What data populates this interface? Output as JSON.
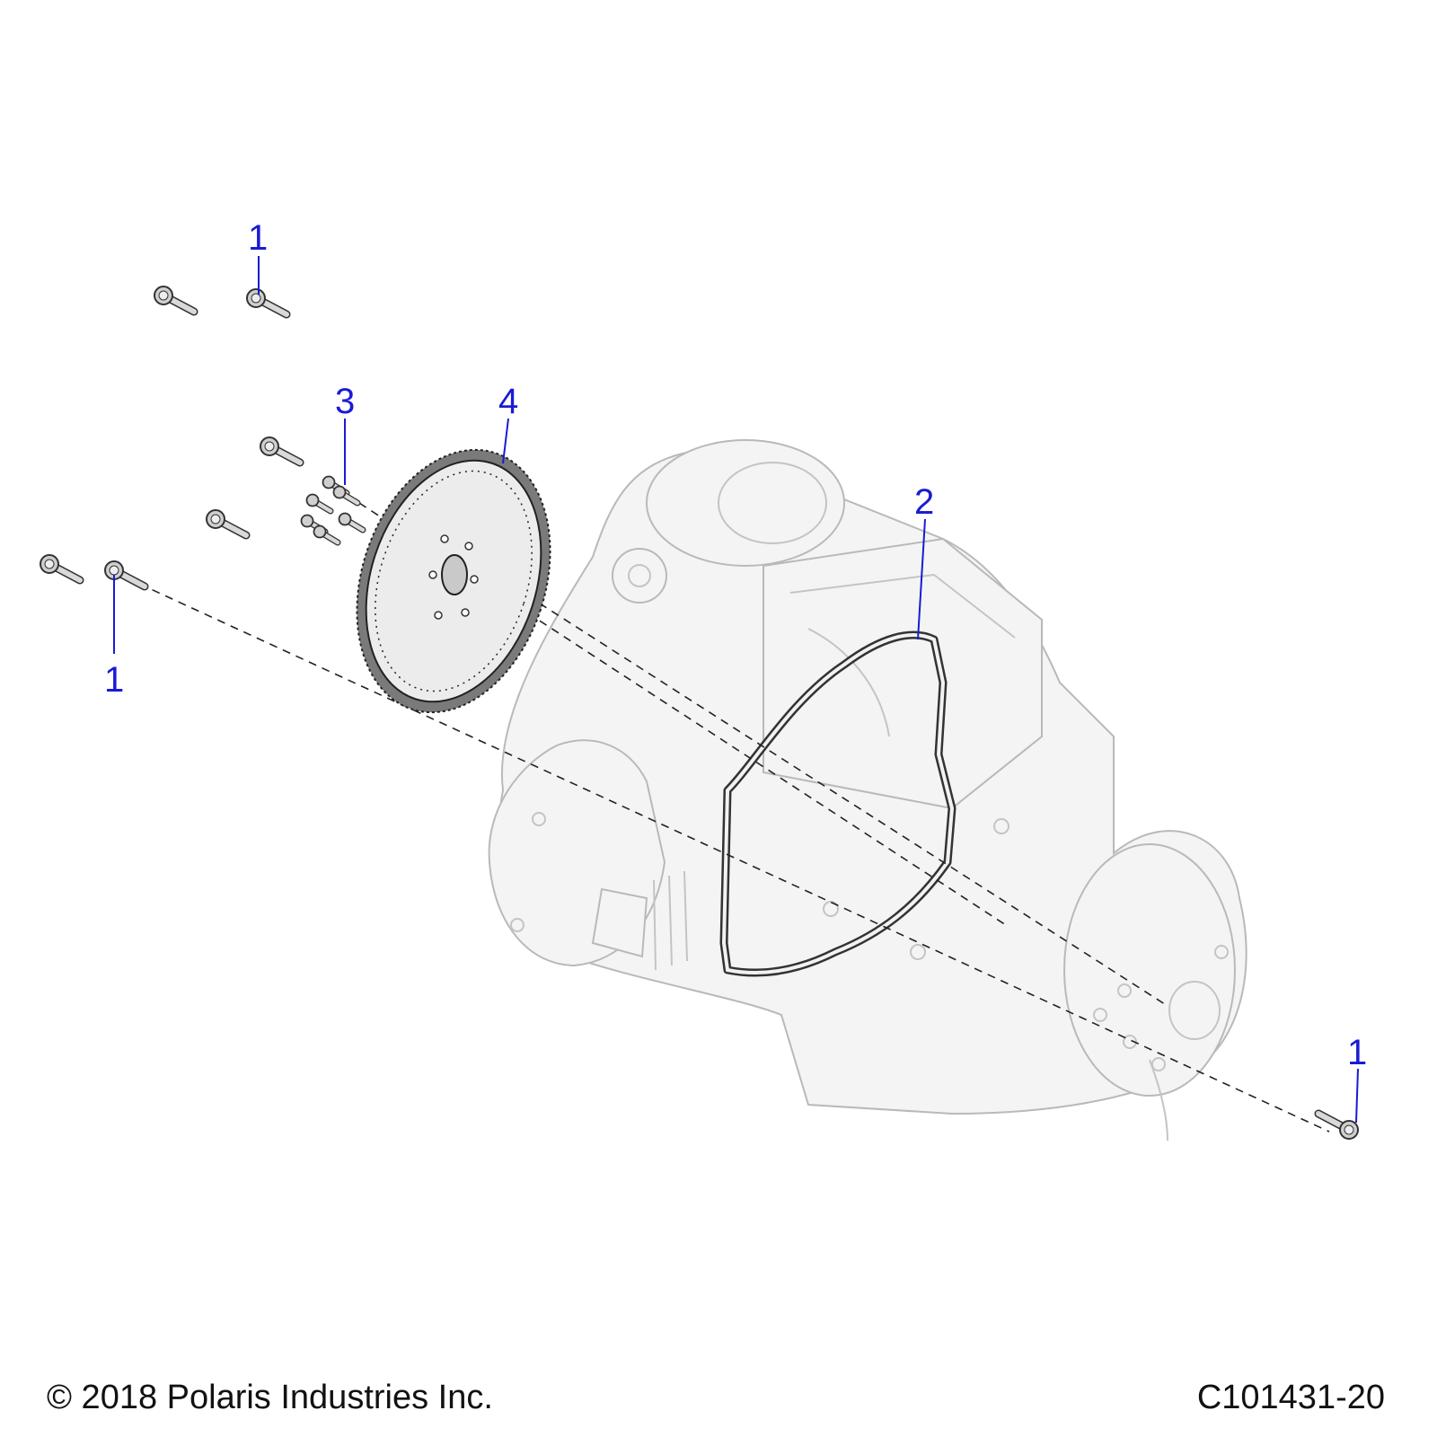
{
  "callouts": {
    "c1_top": "1",
    "c1_left": "1",
    "c1_right": "1",
    "c2": "2",
    "c3": "3",
    "c4": "4"
  },
  "footer": {
    "copyright": "© 2018 Polaris Industries Inc.",
    "drawing_id": "C101431-20"
  },
  "colors": {
    "callout": "#1a1ad6",
    "ghost_outline": "#b9b9b9",
    "part_fill": "#d9d9d9"
  }
}
